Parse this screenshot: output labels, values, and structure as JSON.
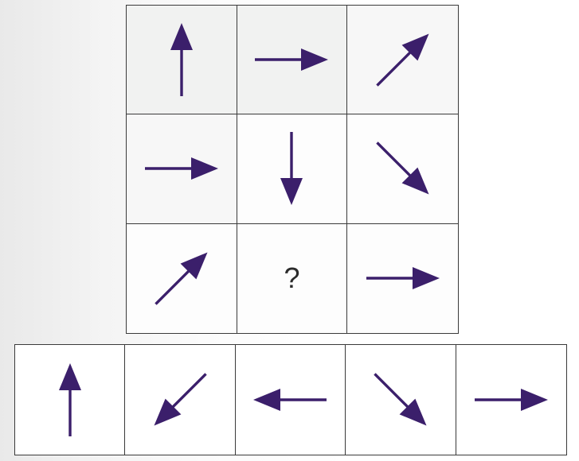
{
  "puzzle": {
    "grid": [
      {
        "direction": "up"
      },
      {
        "direction": "right"
      },
      {
        "direction": "up-right"
      },
      {
        "direction": "right"
      },
      {
        "direction": "down"
      },
      {
        "direction": "down-right"
      },
      {
        "direction": "up-right"
      },
      {
        "direction": "missing",
        "label": "?"
      },
      {
        "direction": "right"
      }
    ],
    "options": [
      {
        "direction": "up"
      },
      {
        "direction": "down-left"
      },
      {
        "direction": "left"
      },
      {
        "direction": "down-right"
      },
      {
        "direction": "right"
      }
    ]
  },
  "colors": {
    "arrow": "#3b1f6b",
    "border": "#3a3a3a",
    "question": "#2b2b2b"
  }
}
